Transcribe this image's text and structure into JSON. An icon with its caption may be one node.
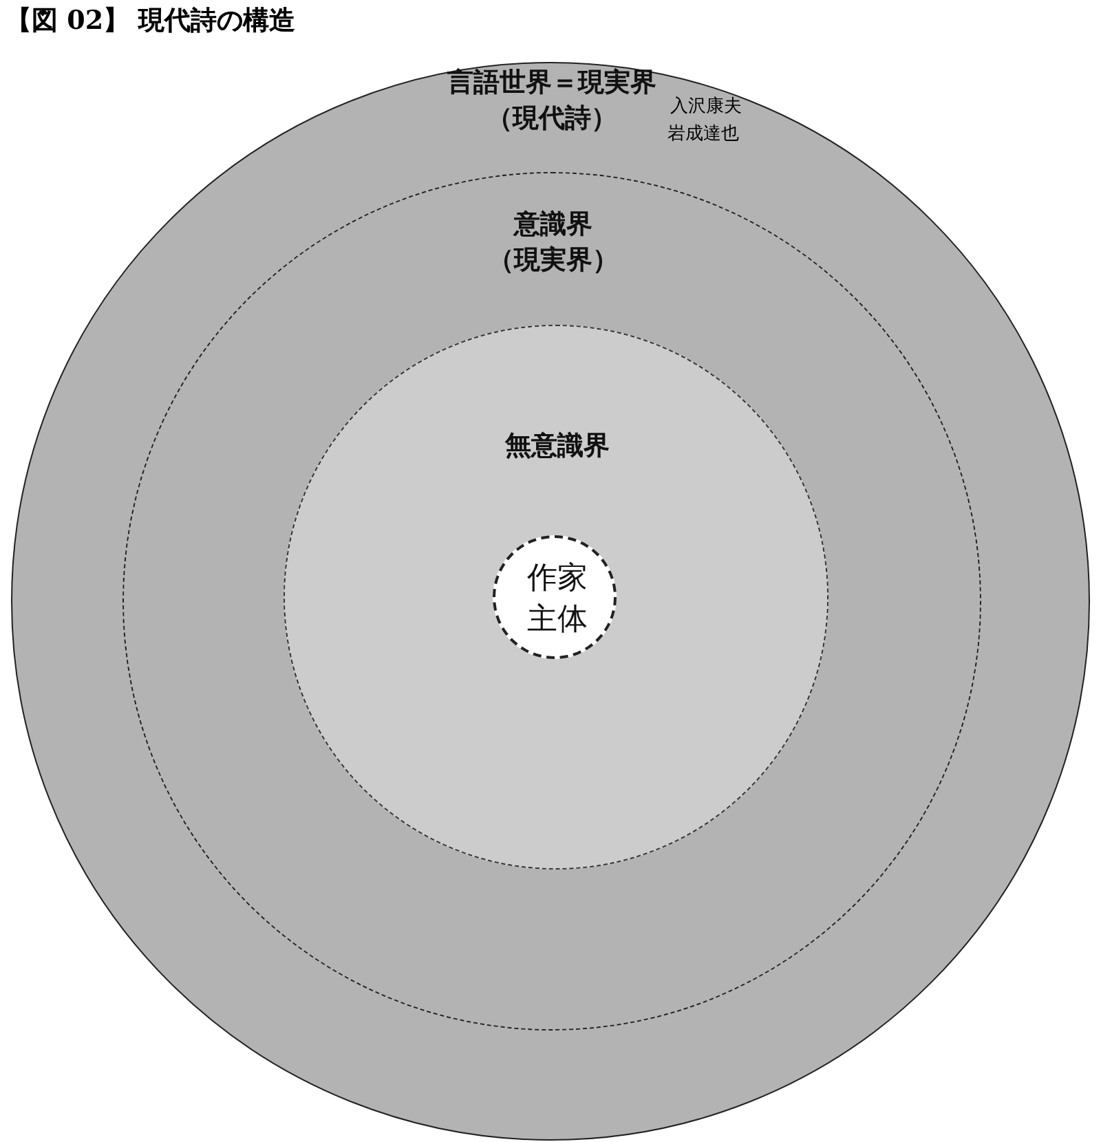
{
  "diagram": {
    "title": "【図 02】 現代詩の構造",
    "nodes": [
      {
        "text": [
          "言語世界＝現実界（現代詩）"
        ]
      },
      {
        "text": [
          "意識界（現実界）"
        ],
        "in": 0
      },
      {
        "text": [
          "無意識界"
        ],
        "in": 1
      },
      {
        "text": [
          "作家主体"
        ],
        "in": 2
      }
    ],
    "edges": [],
    "labels": [
      "入沢康夫",
      "岩成達也"
    ]
  }
}
